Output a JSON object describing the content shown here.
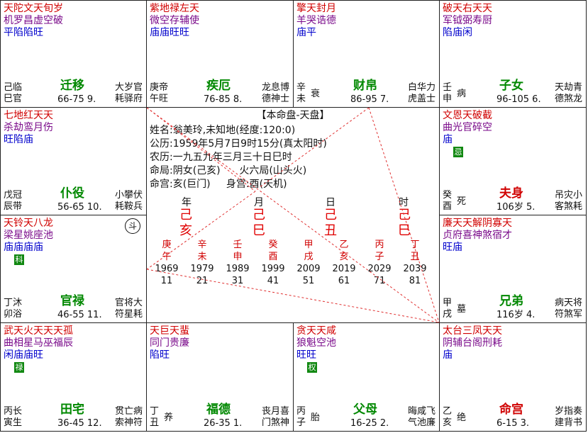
{
  "center": {
    "title": "【本命盘-天盘】",
    "lines": [
      "姓名:翁美玲,未知地(经度:120:0)",
      "公历:1959年5月7日9时15分(真太阳时)",
      "农历:一九五九年三月三十日巳时",
      "命局:阴女(己亥)      火六局(山头火)",
      "命宫:亥(巨门)     身宫:酉(天机)"
    ],
    "pillar_labels": [
      "年",
      "月",
      "日",
      "时"
    ],
    "pillars": [
      {
        "gan": "己",
        "zhi": "亥"
      },
      {
        "gan": "己",
        "zhi": "巳"
      },
      {
        "gan": "己",
        "zhi": "丑"
      },
      {
        "gan": "己",
        "zhi": "巳"
      }
    ],
    "decades": [
      {
        "gan": "庚",
        "zhi": "午",
        "year": "1969",
        "age": "11"
      },
      {
        "gan": "辛",
        "zhi": "未",
        "year": "1979",
        "age": "21"
      },
      {
        "gan": "壬",
        "zhi": "申",
        "year": "1989",
        "age": "31"
      },
      {
        "gan": "癸",
        "zhi": "酉",
        "year": "1999",
        "age": "41"
      },
      {
        "gan": "甲",
        "zhi": "戌",
        "year": "2009",
        "age": "51"
      },
      {
        "gan": "乙",
        "zhi": "亥",
        "year": "2019",
        "age": "61"
      },
      {
        "gan": "丙",
        "zhi": "子",
        "year": "2029",
        "age": "71"
      },
      {
        "gan": "丁",
        "zhi": "丑",
        "year": "2039",
        "age": "81"
      }
    ]
  },
  "palaces": [
    {
      "id": "si",
      "stars": [
        "天陀文天旬岁",
        "机罗昌虚空破",
        "平陷陷旺"
      ],
      "colors": [
        "red",
        "purple",
        "blue"
      ],
      "badge": "",
      "stage": "己临\n巳官",
      "name": "迁移",
      "range": "66-75 9.",
      "gods": "大岁官\n耗驿府"
    },
    {
      "id": "wu",
      "stars": [
        "紫地禄左天",
        "微空存辅使",
        "庙庙旺旺"
      ],
      "colors": [
        "red",
        "purple",
        "blue"
      ],
      "badge": "",
      "stage": "庚帝\n午旺",
      "name": "疾厄",
      "range": "76-85 8.",
      "gods": "龙息博\n德神士"
    },
    {
      "id": "wei",
      "stars": [
        "擎天封月",
        "羊哭诰德",
        "庙平"
      ],
      "colors": [
        "red",
        "purple",
        "blue"
      ],
      "badge": "",
      "stage": "辛\n未",
      "stage2": "衰",
      "name": "财帛",
      "range": "86-95 7.",
      "gods": "白华力\n虎盖士"
    },
    {
      "id": "shen",
      "stars": [
        "破天右天天",
        "军钺弼寿厨",
        "陷庙闲"
      ],
      "colors": [
        "red",
        "purple",
        "blue"
      ],
      "badge": "",
      "stage": "壬\n申",
      "stage2": "病",
      "name": "子女",
      "range": "96-105 6.",
      "gods": "天劫青\n德煞龙"
    },
    {
      "id": "chen",
      "stars": [
        "七地红天天",
        "杀劫鸾月伤",
        "旺陷庙"
      ],
      "colors": [
        "red",
        "purple",
        "blue"
      ],
      "badge": "",
      "stage": "戊冠\n辰带",
      "name": "仆役",
      "range": "56-65 10.",
      "gods": "小攀伏\n耗鞍兵"
    },
    {
      "id": "you",
      "stars": [
        "文恩天破截",
        "曲光官碎空",
        "庙"
      ],
      "colors": [
        "red",
        "purple",
        "blue"
      ],
      "badge": "忌",
      "stage": "癸\n酉",
      "stage2": "死",
      "name": "夫身",
      "range": "106岁 5.",
      "gods": "吊灾小\n客煞耗"
    },
    {
      "id": "mao",
      "stars": [
        "天铃天八龙",
        "梁星姚座池",
        "庙庙庙庙"
      ],
      "colors": [
        "red",
        "purple",
        "blue"
      ],
      "badge": "科",
      "dou": "斗",
      "stage": "丁沐\n卯浴",
      "name": "官禄",
      "range": "46-55 11.",
      "gods": "官将大\n符星耗"
    },
    {
      "id": "xu",
      "stars": [
        "廉天天解阴寡天",
        "贞府喜神煞宿才",
        "旺庙"
      ],
      "colors": [
        "red",
        "purple",
        "blue"
      ],
      "badge": "",
      "stage": "甲\n戌",
      "stage2": "墓",
      "name": "兄弟",
      "range": "116岁 4.",
      "gods": "病天将\n符煞军"
    },
    {
      "id": "yin",
      "stars": [
        "武天火天天天孤",
        "曲相星马巫福辰",
        "闲庙庙旺"
      ],
      "colors": [
        "red",
        "purple",
        "blue"
      ],
      "badge": "禄",
      "stage": "丙长\n寅生",
      "name": "田宅",
      "range": "36-45 12.",
      "gods": "贯亡病\n索神符"
    },
    {
      "id": "chou",
      "stars": [
        "天巨天蜚",
        "同门贵廉",
        "陷旺"
      ],
      "colors": [
        "red",
        "purple",
        "blue"
      ],
      "badge": "",
      "stage": "丁\n丑",
      "stage2": "养",
      "name": "福德",
      "range": "26-35 1.",
      "gods": "丧月喜\n门煞神"
    },
    {
      "id": "zi",
      "stars": [
        "贪天天咸",
        "狼魁空池",
        "旺旺"
      ],
      "colors": [
        "red",
        "purple",
        "blue"
      ],
      "badge": "权",
      "stage": "丙\n子",
      "stage2": "胎",
      "name": "父母",
      "range": "16-25 2.",
      "gods": "晦咸飞\n气池廉"
    },
    {
      "id": "hai",
      "stars": [
        "太台三凤天天",
        "阴辅台阁刑耗",
        "庙"
      ],
      "colors": [
        "red",
        "purple",
        "blue"
      ],
      "badge": "",
      "stage": "乙\n亥",
      "stage2": "绝",
      "name": "命宫",
      "range": "6-15 3.",
      "gods": "岁指奏\n建背书"
    }
  ],
  "color_map": {
    "red": "#d00000",
    "purple": "#7a0a8a",
    "blue": "#0000cc",
    "green": "#008800",
    "line": "#e03030"
  }
}
